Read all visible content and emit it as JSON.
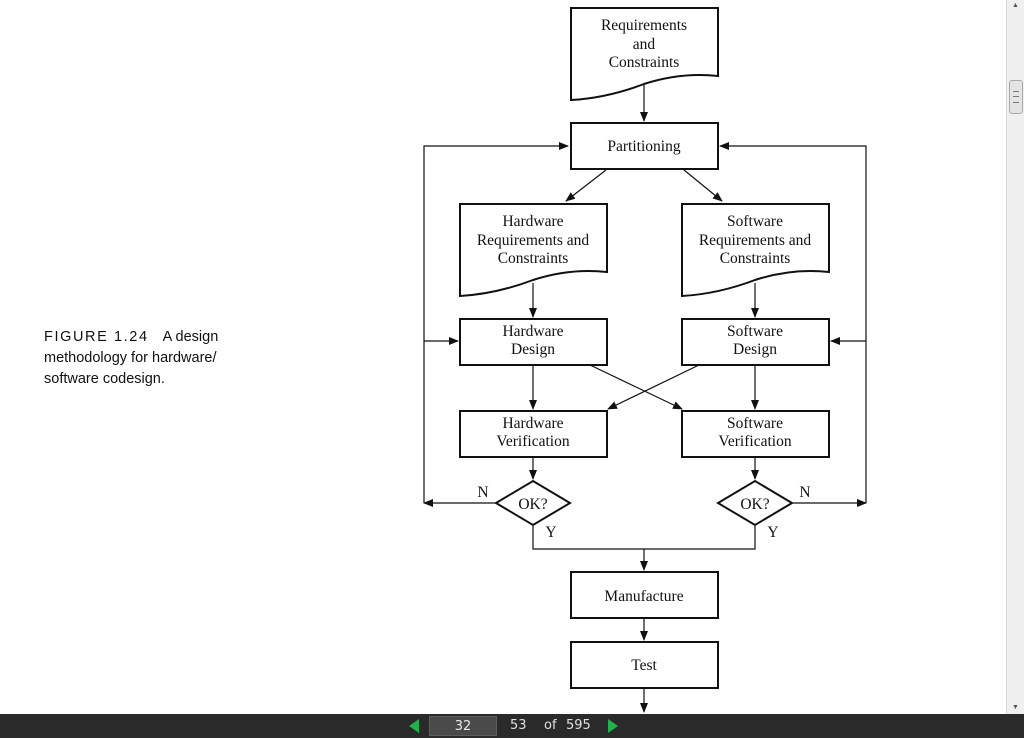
{
  "caption": {
    "figure_label": "FIGURE 1.24",
    "text_line1": "A design",
    "text_line2": "methodology for hardware/",
    "text_line3": "software codesign."
  },
  "flowchart": {
    "requirements": [
      "Requirements",
      "and",
      "Constraints"
    ],
    "partitioning": "Partitioning",
    "hw_requirements": [
      "Hardware",
      "Requirements and",
      "Constraints"
    ],
    "sw_requirements": [
      "Software",
      "Requirements and",
      "Constraints"
    ],
    "hw_design": [
      "Hardware",
      "Design"
    ],
    "sw_design": [
      "Software",
      "Design"
    ],
    "hw_verification": [
      "Hardware",
      "Verification"
    ],
    "sw_verification": [
      "Software",
      "Verification"
    ],
    "hw_decision": "OK?",
    "sw_decision": "OK?",
    "hw_no": "N",
    "hw_yes": "Y",
    "sw_no": "N",
    "sw_yes": "Y",
    "manufacture": "Manufacture",
    "test": "Test"
  },
  "navigation": {
    "current_page": "32",
    "secondary_page": "53",
    "of_label": "of",
    "total_pages": "595",
    "prev_icon": "green-left-triangle-icon",
    "next_icon": "green-right-triangle-icon",
    "accent_color": "#22b14c"
  }
}
